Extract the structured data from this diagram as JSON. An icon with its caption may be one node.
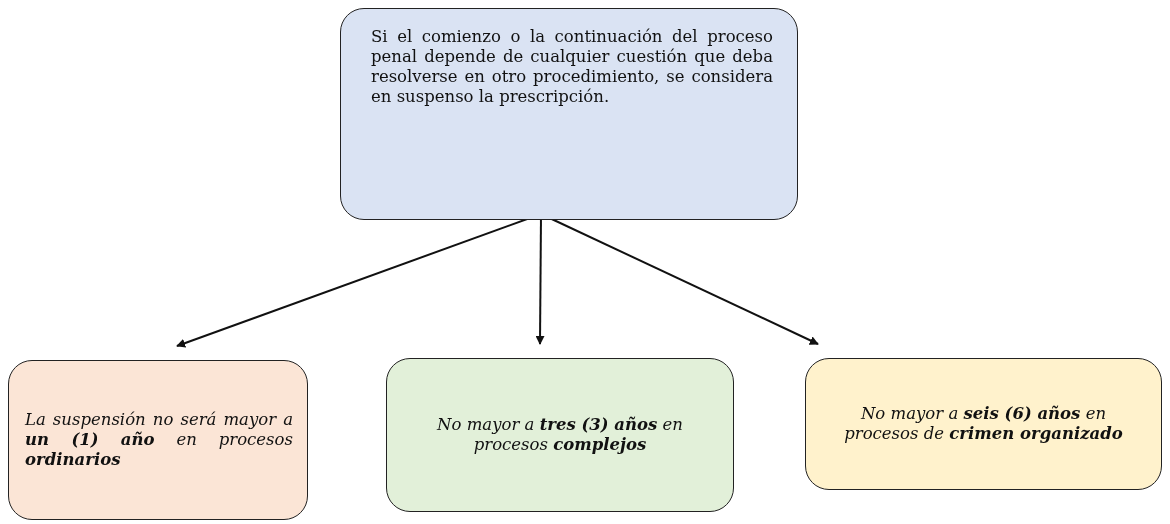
{
  "diagram": {
    "nodes": [
      {
        "text": [
          "Si el comienzo o la continuación del proceso penal depende de cualquier cuestión que deba resolverse en otro procedimiento, se considera en suspenso la prescripción."
        ]
      },
      {
        "text": [
          "La suspensión no será mayor a **un (1) año** en procesos **ordinarios**"
        ]
      },
      {
        "text": [
          "No mayor a **tres (3) años** en procesos **complejos**"
        ]
      },
      {
        "text": [
          "No mayor a **seis (6) años** en procesos de **crimen organizado**"
        ]
      }
    ],
    "edges": [
      {
        "from": 0,
        "to": 1,
        "arrow": "to"
      },
      {
        "from": 0,
        "to": 2,
        "arrow": "to"
      },
      {
        "from": 0,
        "to": 3,
        "arrow": "to"
      }
    ]
  }
}
